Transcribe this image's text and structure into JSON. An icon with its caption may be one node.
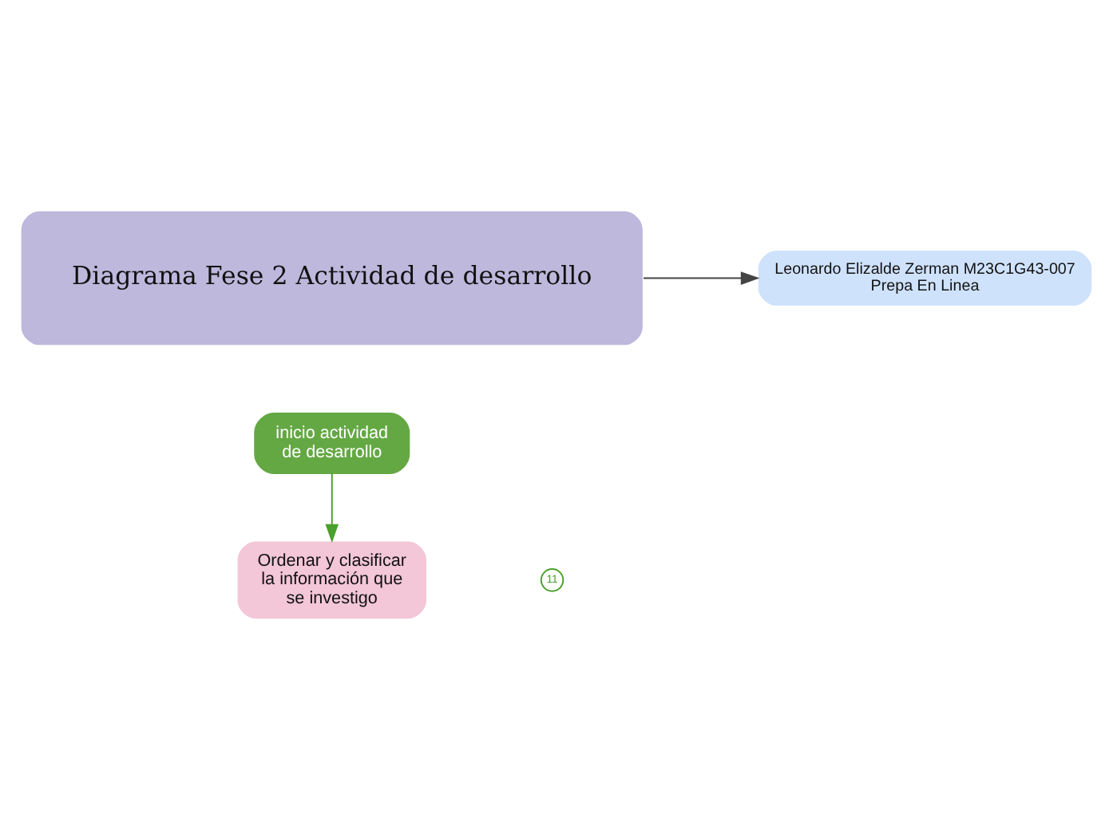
{
  "diagram": {
    "nodes": [
      {
        "text": [
          "Diagrama Fese 2 Actividad de desarrollo"
        ]
      },
      {
        "text": [
          "Leonardo Elizalde Zerman M23C1G43-007 Prepa En Linea"
        ]
      },
      {
        "text": [
          "inicio actividad de desarrollo"
        ]
      },
      {
        "text": [
          "Ordenar y clasificar la información que se investigo"
        ]
      }
    ],
    "edges": [
      {
        "from": 0,
        "to": 1,
        "arrow": "to"
      },
      {
        "from": 2,
        "to": 3,
        "arrow": "to",
        "color": "#4aa02c"
      }
    ],
    "labels": [
      "11"
    ]
  }
}
